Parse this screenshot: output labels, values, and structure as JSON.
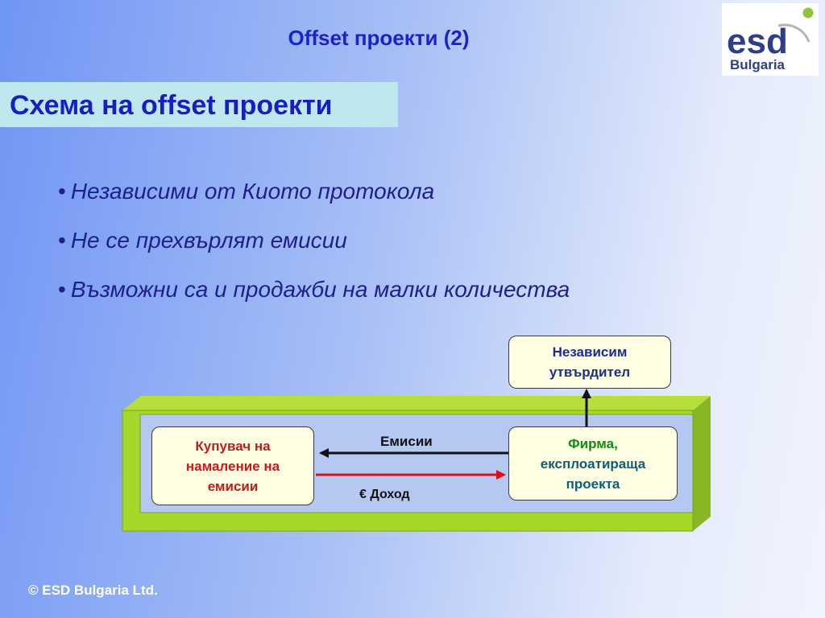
{
  "slide": {
    "title": "Offset проекти (2)"
  },
  "logo": {
    "mark": "esd",
    "sub": "Bulgaria"
  },
  "section": {
    "title": "Схема на offset проекти"
  },
  "bullets": [
    "Независими от Киото протокола",
    "Не се прехвърлят емисии",
    "Възможни са и продажби на малки количества"
  ],
  "diagram": {
    "verifier": {
      "line1": "Независим",
      "line2": "утвърдител"
    },
    "buyer": {
      "line1": "Купувач на",
      "line2": "намаление на",
      "line3": "емисии"
    },
    "firm": {
      "line1": "Фирма,",
      "line2": "експлоатираща",
      "line3": "проекта"
    },
    "emissions_label": "Емисии",
    "income_label": "€ Доход",
    "colors": {
      "frame": "#a6d62a",
      "frame_dark": "#7aa41c",
      "emissions_arrow": "#111111",
      "income_arrow": "#e01010"
    }
  },
  "footer": {
    "text": "© ESD Bulgaria Ltd."
  }
}
